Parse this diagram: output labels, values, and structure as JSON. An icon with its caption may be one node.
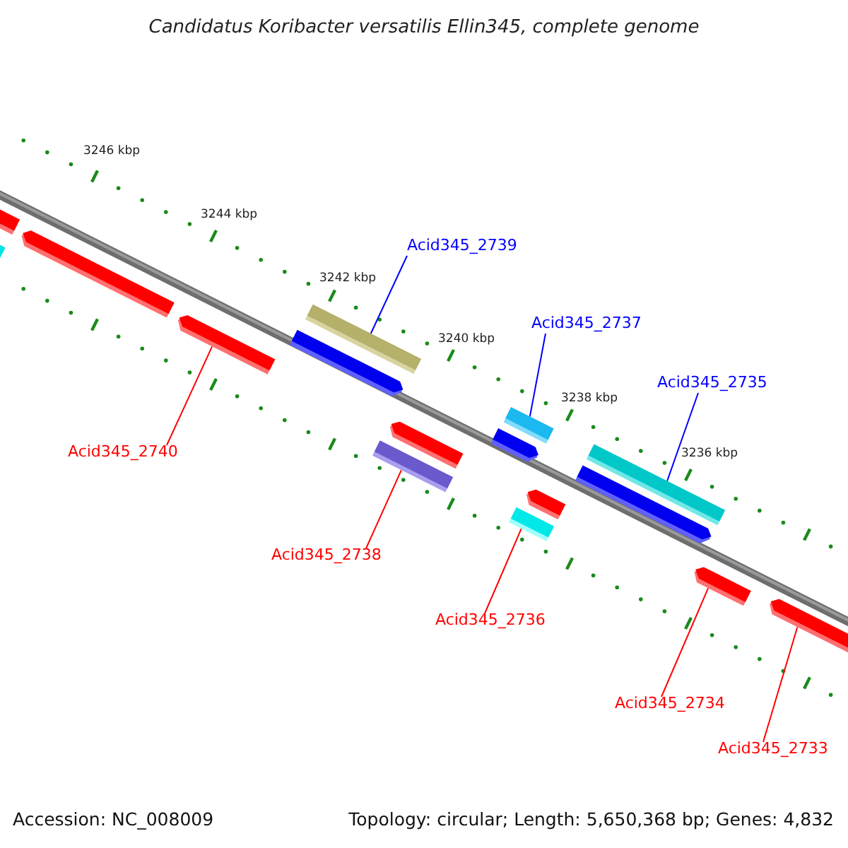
{
  "diagram": {
    "title": "Candidatus Koribacter versatilis Ellin345, complete genome",
    "nodes": [
      {
        "text": [],
        "shape": "bar"
      },
      {
        "text": [],
        "shape": "bar"
      },
      {
        "text": [],
        "shape": "bar"
      },
      {
        "text": [],
        "shape": "bar"
      },
      {
        "text": [],
        "shape": "bar"
      },
      {
        "text": [],
        "shape": "bar"
      },
      {
        "text": [],
        "shape": "bar"
      },
      {
        "text": [],
        "shape": "bar"
      },
      {
        "text": [],
        "shape": "bar"
      },
      {
        "text": [],
        "shape": "bar"
      },
      {
        "text": [],
        "shape": "bar"
      },
      {
        "text": [],
        "shape": "bar"
      },
      {
        "text": [],
        "shape": "bar"
      },
      {
        "text": [],
        "shape": "bar"
      },
      {
        "text": [],
        "shape": "bar"
      },
      {
        "text": [],
        "shape": "bar"
      },
      {
        "text": [
          "Acid345_2739"
        ]
      },
      {
        "text": [
          "Acid345_2737"
        ]
      },
      {
        "text": [
          "Acid345_2735"
        ]
      },
      {
        "text": [
          "Acid345_2740"
        ]
      },
      {
        "text": [
          "Acid345_2738"
        ]
      },
      {
        "text": [
          "Acid345_2736"
        ]
      },
      {
        "text": [
          "Acid345_2734"
        ]
      },
      {
        "text": [
          "Acid345_2733"
        ]
      }
    ],
    "edges": [
      {
        "from": 16,
        "to": 4,
        "arrow": "none",
        "color": "#0000ff"
      },
      {
        "from": 17,
        "to": 8,
        "arrow": "none",
        "color": "#0000ff"
      },
      {
        "from": 18,
        "to": 12,
        "arrow": "none",
        "color": "#0000ff"
      },
      {
        "from": 19,
        "to": 3,
        "arrow": "none"
      },
      {
        "from": 20,
        "to": 7,
        "arrow": "none"
      },
      {
        "from": 21,
        "to": 11,
        "arrow": "none"
      },
      {
        "from": 22,
        "to": 14,
        "arrow": "none"
      },
      {
        "from": 23,
        "to": 15,
        "arrow": "none"
      }
    ],
    "labels": [
      "3246 kbp",
      "3244 kbp",
      "3242 kbp",
      "3240 kbp",
      "3238 kbp",
      "3236 kbp",
      "Accession: NC_008009",
      "Topology: circular; Length: 5,650,368 bp; Genes: 4,832"
    ]
  }
}
